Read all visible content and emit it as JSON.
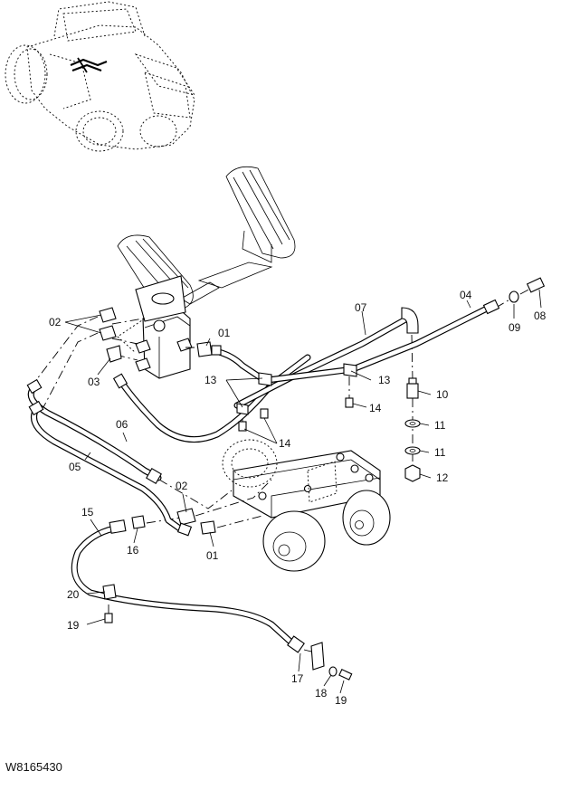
{
  "drawing_code": "W8165430",
  "labels": {
    "l01a": "01",
    "l01b": "01",
    "l02a": "02",
    "l02b": "02",
    "l03": "03",
    "l04": "04",
    "l05": "05",
    "l06": "06",
    "l07": "07",
    "l08": "08",
    "l09": "09",
    "l10": "10",
    "l11a": "11",
    "l11b": "11",
    "l12": "12",
    "l13a": "13",
    "l13b": "13",
    "l14a": "14",
    "l14b": "14",
    "l15": "15",
    "l16": "16",
    "l17": "17",
    "l18": "18",
    "l19a": "19",
    "l19b": "19",
    "l20": "20"
  }
}
